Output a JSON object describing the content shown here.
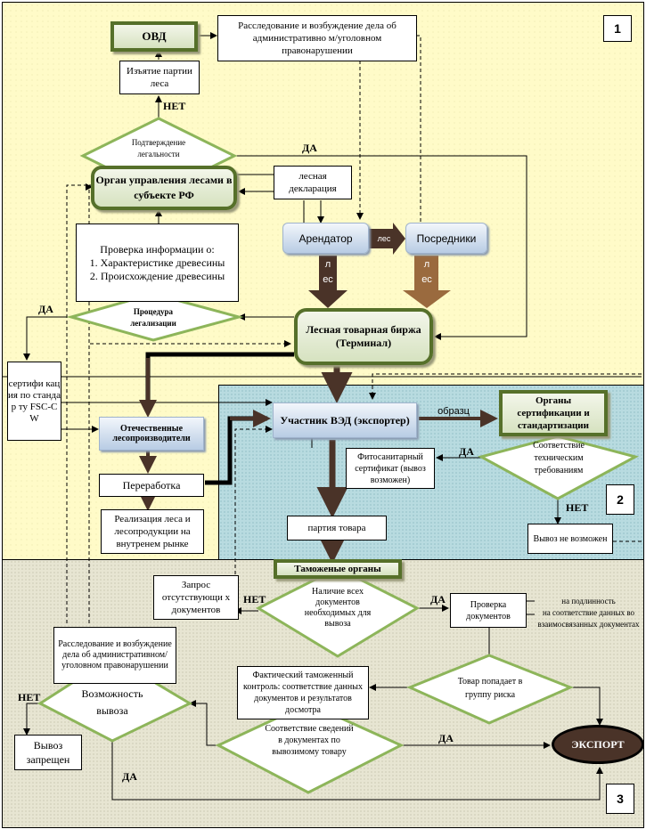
{
  "zones": [
    {
      "number": "1",
      "color": "#fffbc8"
    },
    {
      "number": "2",
      "color": "#b8dbe0"
    },
    {
      "number": "3",
      "color": "#e7e5d2"
    }
  ],
  "nodes": {
    "ovd": "ОВД",
    "investigation_top": "Расследование и возбуждение дела об административно м/уголовном правонарушении",
    "seizure": "Изъятие партии леса",
    "legality_check": "Подтверждение легальности",
    "forest_authority": "Орган управления лесами в субъекте РФ",
    "forest_declaration": "лесная декларация",
    "info_check": {
      "title": "Проверка информации о:",
      "item1": "1. Характеристике древесины",
      "item2": "2. Происхождение древесины"
    },
    "tenant": "Арендатор",
    "intermediaries": "Посредники",
    "legalization": "Процедура легализации",
    "exchange": "Лесная товарная биржа (Терминал)",
    "fsc_cert": "сертифи кация по стандар ту FSC-CW",
    "domestic_producers": "Отечественные лесопроизводители",
    "processing": "Переработка",
    "domestic_sales": "Реализация леса и лесопродукции на внутренем рынке",
    "fea_participant": "Участник ВЭД (экспортер)",
    "cert_bodies": "Органы сертификации и стандартизации",
    "tech_compliance": "Соответствие техническим требованиям",
    "phyto_cert": "Фитосанитарный сертификат (вывоз возможен)",
    "goods_batch": "партия товара",
    "export_impossible": "Вывоз не возможен",
    "customs": "Таможеные органы",
    "all_docs": "Наличие всех документов необходимых для вывоза",
    "request_docs": "Запрос отсутствующи х документов",
    "doc_check": "Проверка документов",
    "doc_check_notes": [
      "на подлинность",
      "на соответствие данных во взаимосвязанных документах"
    ],
    "investigation_bottom": "Расследование и возбуждение дела об административном/ уголовном правонарушении",
    "export_possibility": "Возможность вывоза",
    "export_banned": "Вывоз запрещен",
    "actual_control": "Фактический таможенный контроль: соответствие данных документов и результатов досмотра",
    "risk_group": "Товар попадает в группу риска",
    "info_match": "Соответствие сведений в документах по вывозимому товару",
    "export": "ЭКСПОРТ"
  },
  "labels": {
    "yes": "ДА",
    "no": "НЕТ",
    "forest": "лес",
    "sample": "образц"
  }
}
